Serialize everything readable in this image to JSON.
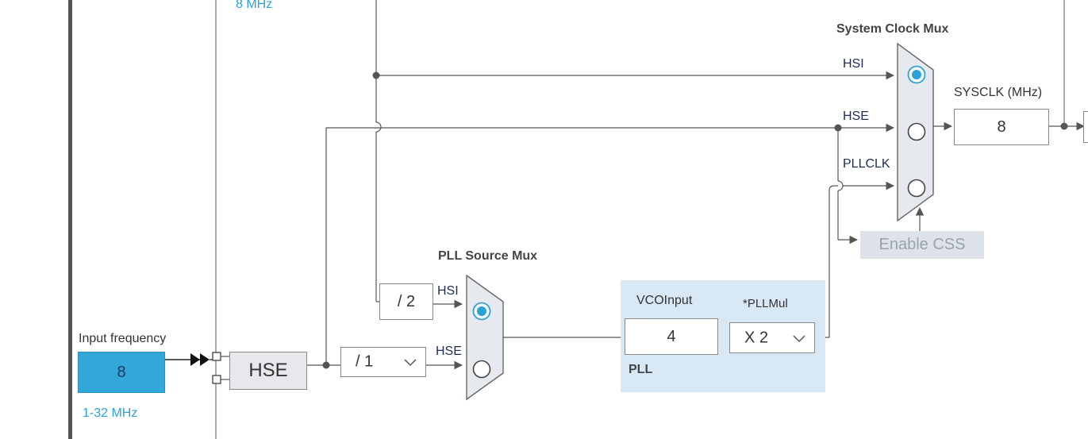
{
  "top_frequency": "8 MHz",
  "input_frequency": {
    "label": "Input frequency",
    "value": "8",
    "range": "1-32 MHz"
  },
  "hse_block": {
    "label": "HSE"
  },
  "hse_prediv": {
    "value": "/ 1"
  },
  "hsi_div": {
    "value": "/ 2"
  },
  "pll_source_mux": {
    "title": "PLL  Source Mux",
    "inputs": [
      "HSI",
      "HSE"
    ],
    "selected": "HSI"
  },
  "pll": {
    "label": "PLL",
    "vco_input_label": "VCOInput",
    "vco_input_value": "4",
    "pllmul_label": "*PLLMul",
    "pllmul_value": "X 2"
  },
  "system_clock_mux": {
    "title": "System Clock Mux",
    "inputs": [
      "HSI",
      "HSE",
      "PLLCLK"
    ],
    "selected": "HSI"
  },
  "enable_css": {
    "label": "Enable CSS"
  },
  "sysclk": {
    "label": "SYSCLK (MHz)",
    "value": "8"
  },
  "colors": {
    "accent_blue": "#33a6dc",
    "pll_panel": "#d9e8f5",
    "mux_fill": "#e6eaee",
    "wire": "#555555"
  }
}
